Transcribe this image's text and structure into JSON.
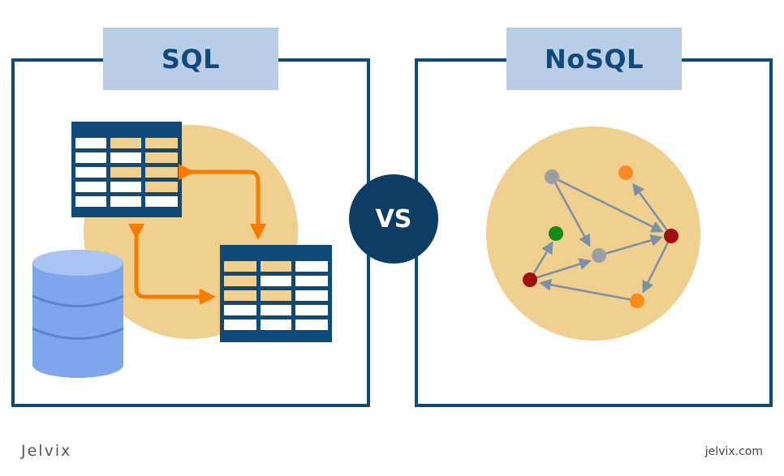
{
  "sql": {
    "title": "SQL"
  },
  "nosql": {
    "title": "NoSQL"
  },
  "vs": "VS",
  "footer": {
    "brand": "Jelvix",
    "url": "jelvix.com"
  },
  "colors": {
    "navy": "#0e4a7a",
    "label_bg": "#b9cde6",
    "circle_bg": "#f0d08e",
    "arrow_orange": "#f57c00",
    "db_blue": "#7fa6ec",
    "node_grey": "#9a9fa6",
    "node_orange": "#ff8a1f",
    "node_red": "#a10f10",
    "node_green": "#128a1c",
    "edge_grey": "#7a8fa8"
  }
}
